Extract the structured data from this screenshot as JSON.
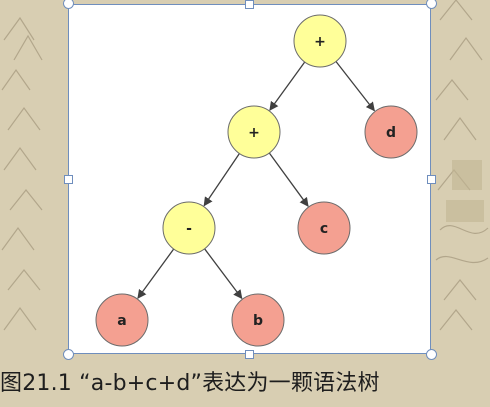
{
  "caption": "图21.1 “a-b+c+d”表达为一颗语法树",
  "tree": {
    "nodes": [
      {
        "id": "root",
        "label": "+",
        "kind": "operator"
      },
      {
        "id": "plus2",
        "label": "+",
        "kind": "operator"
      },
      {
        "id": "d",
        "label": "d",
        "kind": "operand"
      },
      {
        "id": "minus",
        "label": "-",
        "kind": "operator"
      },
      {
        "id": "c",
        "label": "c",
        "kind": "operand"
      },
      {
        "id": "a",
        "label": "a",
        "kind": "operand"
      },
      {
        "id": "b",
        "label": "b",
        "kind": "operand"
      }
    ],
    "edges": [
      [
        "root",
        "plus2"
      ],
      [
        "root",
        "d"
      ],
      [
        "plus2",
        "minus"
      ],
      [
        "plus2",
        "c"
      ],
      [
        "minus",
        "a"
      ],
      [
        "minus",
        "b"
      ]
    ]
  },
  "colors": {
    "operator_fill": "#ffff99",
    "operand_fill": "#f4a091",
    "node_stroke": "#6b6b6b",
    "edge": "#404040",
    "selection_border": "#6f8ebd"
  }
}
